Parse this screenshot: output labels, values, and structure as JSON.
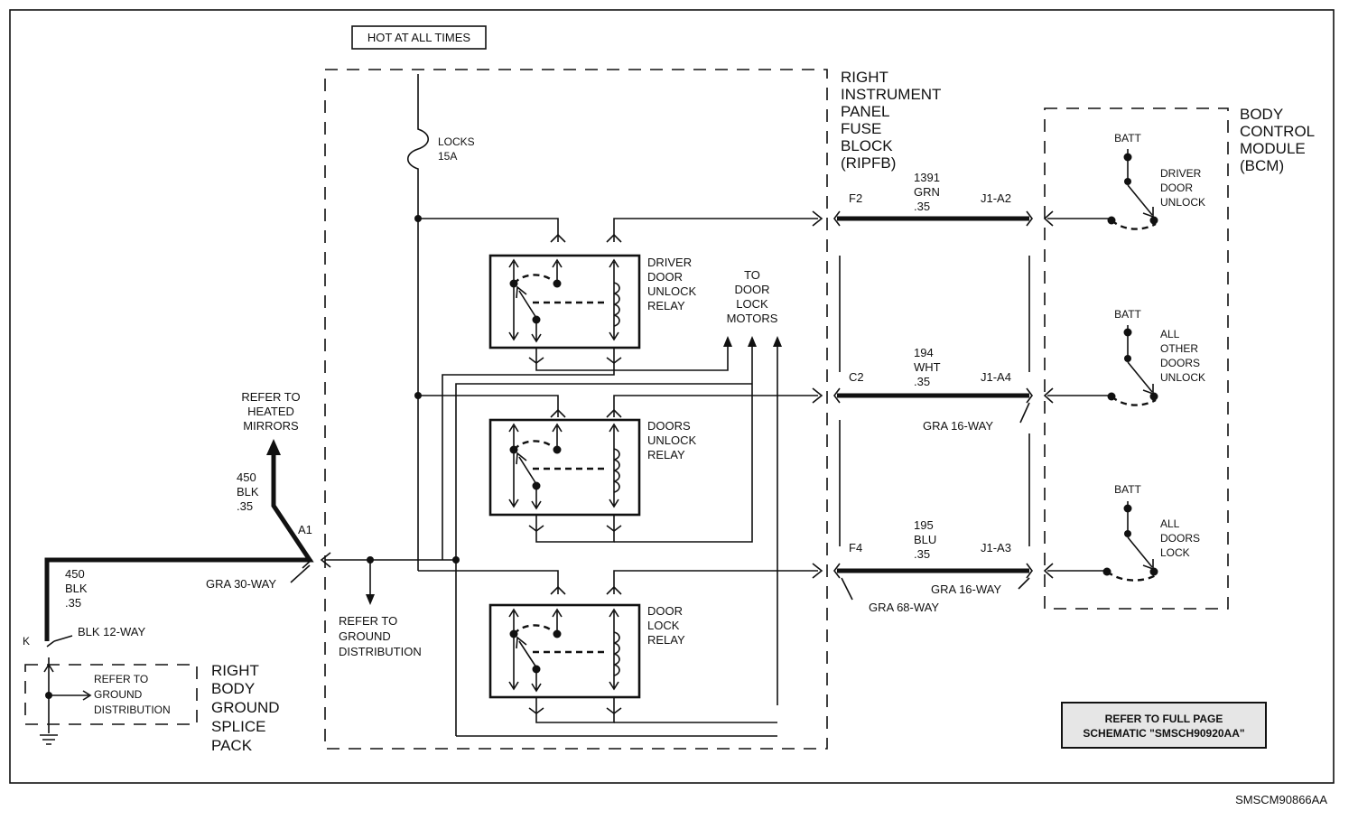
{
  "hot_label": "HOT AT ALL TIMES",
  "ripfb": {
    "l1": "RIGHT",
    "l2": "INSTRUMENT",
    "l3": "PANEL",
    "l4": "FUSE",
    "l5": "BLOCK",
    "l6": "(RIPFB)"
  },
  "bcm": {
    "l1": "BODY",
    "l2": "CONTROL",
    "l3": "MODULE",
    "l4": "(BCM)"
  },
  "fuse": {
    "l1": "LOCKS",
    "l2": "15A"
  },
  "relays": {
    "r1": [
      "DRIVER",
      "DOOR",
      "UNLOCK",
      "RELAY"
    ],
    "r2": [
      "DOORS",
      "UNLOCK",
      "RELAY"
    ],
    "r3": [
      "DOOR",
      "LOCK",
      "RELAY"
    ]
  },
  "motors": [
    "TO",
    "DOOR",
    "LOCK",
    "MOTORS"
  ],
  "wires": {
    "w1": {
      "num": "1391",
      "color": "GRN",
      "gauge": ".35",
      "left_pin": "F2",
      "right_pin": "J1-A2"
    },
    "w2": {
      "num": "194",
      "color": "WHT",
      "gauge": ".35",
      "left_pin": "C2",
      "right_pin": "J1-A4"
    },
    "w3": {
      "num": "195",
      "color": "BLU",
      "gauge": ".35",
      "left_pin": "F4",
      "right_pin": "J1-A3"
    },
    "ground_vertical": {
      "num": "450",
      "color": "BLK",
      "gauge": ".35"
    },
    "ground_horizontal": {
      "num": "450",
      "color": "BLK",
      "gauge": ".35"
    }
  },
  "connectors": {
    "gra16_a": "GRA 16-WAY",
    "gra16_b": "GRA 16-WAY",
    "gra68": "GRA 68-WAY",
    "gra30": "GRA 30-WAY",
    "blk12": "BLK 12-WAY",
    "pin_a1": "A1",
    "pin_k": "K"
  },
  "bcm_switches": {
    "s1": {
      "batt": "BATT",
      "label": [
        "DRIVER",
        "DOOR",
        "UNLOCK"
      ]
    },
    "s2": {
      "batt": "BATT",
      "label": [
        "ALL",
        "OTHER",
        "DOORS",
        "UNLOCK"
      ]
    },
    "s3": {
      "batt": "BATT",
      "label": [
        "ALL",
        "DOORS",
        "LOCK"
      ]
    }
  },
  "refs": {
    "heated": [
      "REFER TO",
      "HEATED",
      "MIRRORS"
    ],
    "ground_dist": [
      "REFER TO",
      "GROUND",
      "DISTRIBUTION"
    ],
    "splice_ground": [
      "REFER TO",
      "GROUND",
      "DISTRIBUTION"
    ]
  },
  "splice_pack": [
    "RIGHT",
    "BODY",
    "GROUND",
    "SPLICE",
    "PACK"
  ],
  "full_page_ref": [
    "REFER TO FULL PAGE",
    "SCHEMATIC \"SMSCH90920AA\""
  ],
  "diagram_id": "SMSCM90866AA"
}
